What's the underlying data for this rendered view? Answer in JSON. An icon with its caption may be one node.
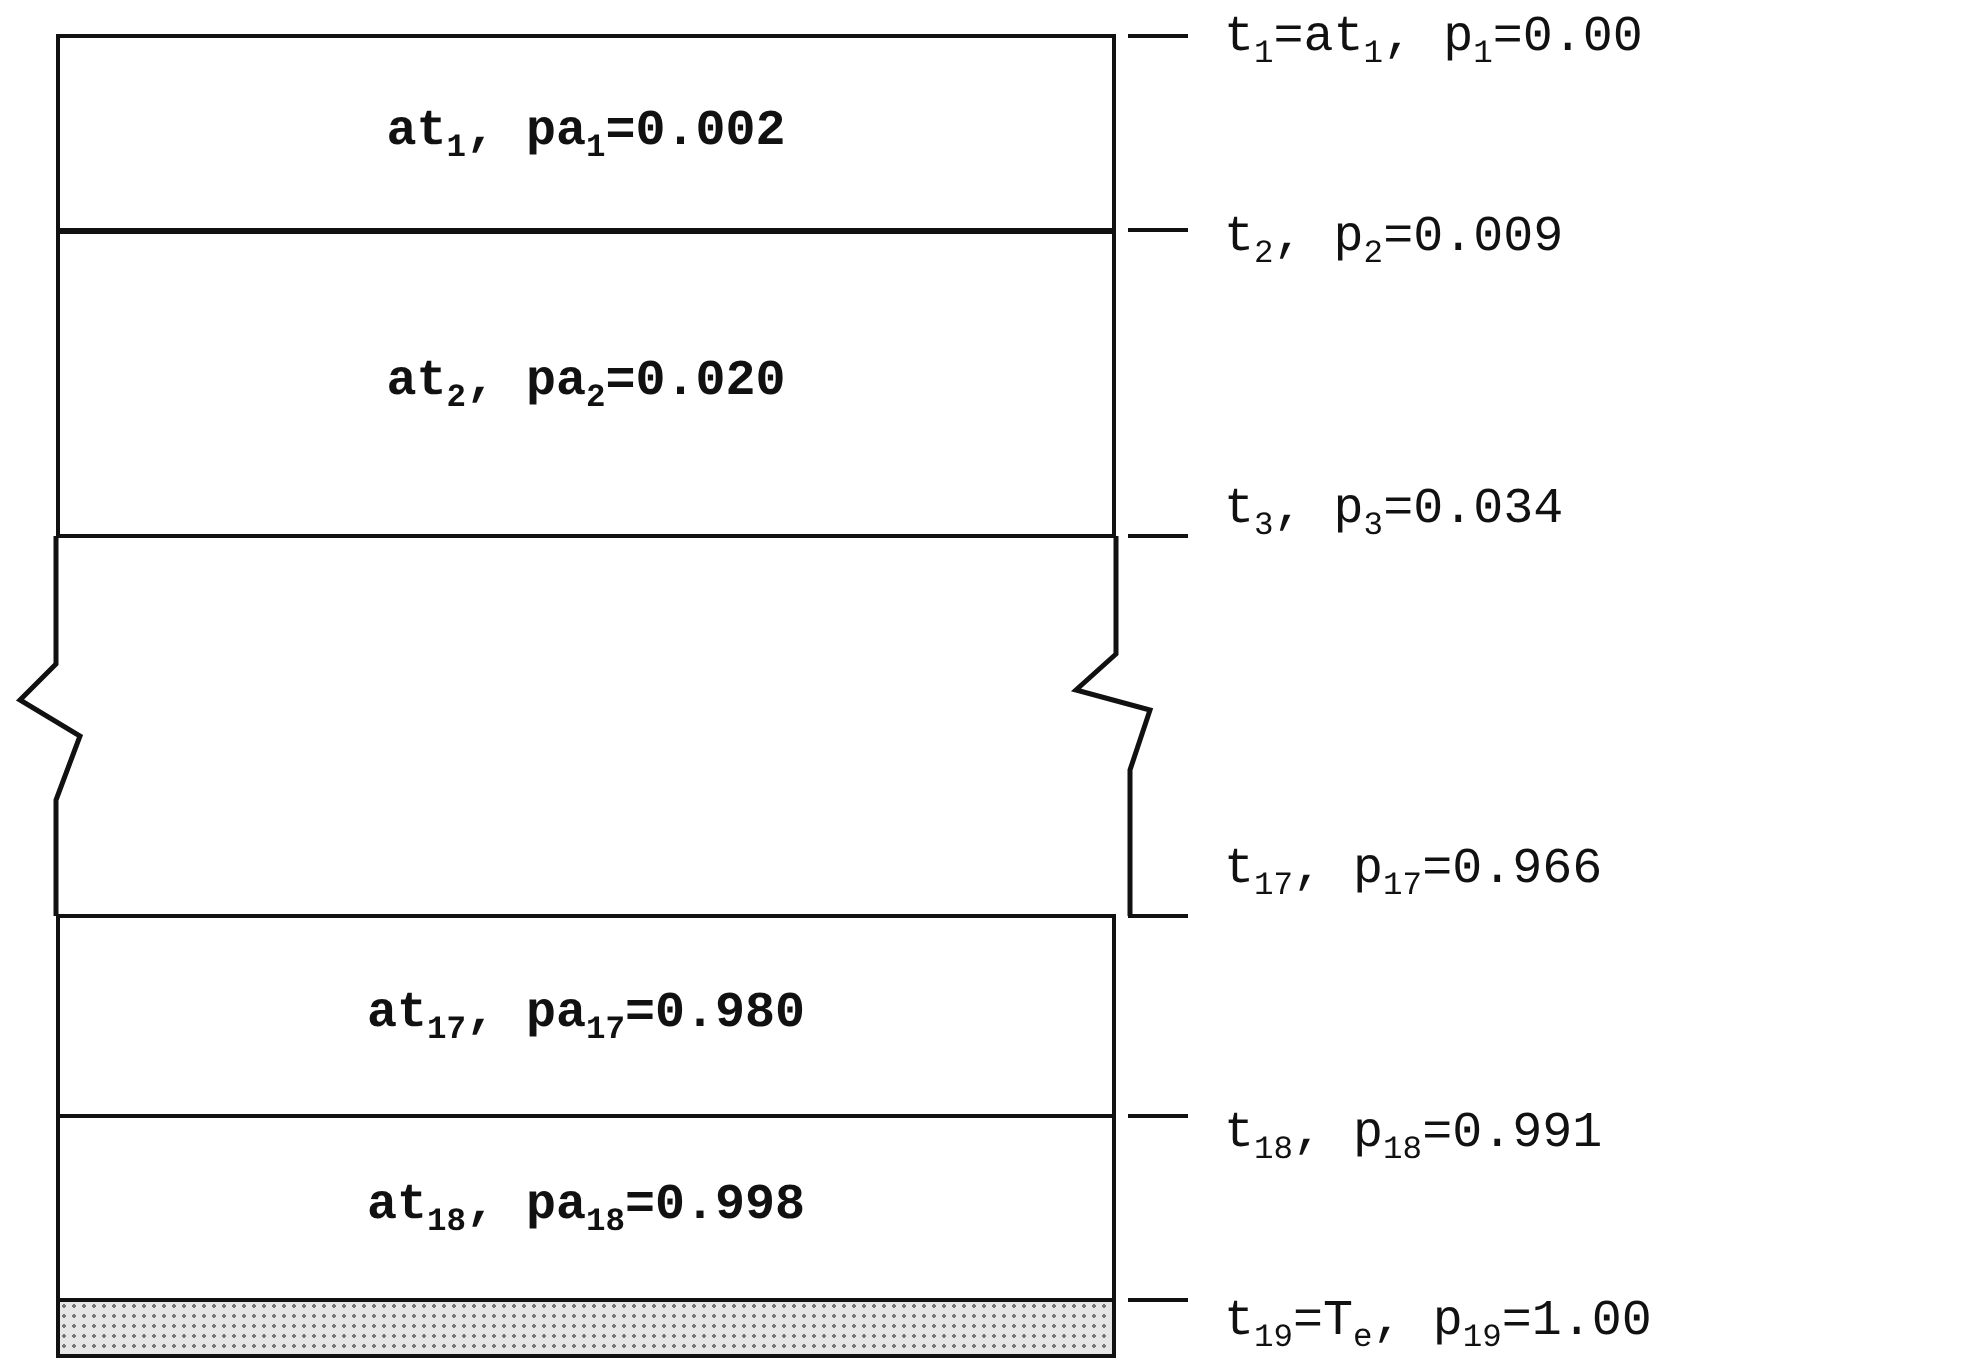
{
  "diagram": {
    "nodes": [
      {
        "text": [
          "at$_{1}$, pa$_{1}$=0.002"
        ]
      },
      {
        "text": [
          "at$_{2}$, pa$_{2}$=0.020"
        ]
      },
      {
        "text": [
          "at$_{17}$, pa$_{17}$=0.980"
        ]
      },
      {
        "text": [
          "at$_{18}$, pa$_{18}$=0.998"
        ]
      },
      {
        "text": [],
        "shape": "bar"
      }
    ],
    "labels": [
      "t$_{1}$=at$_{1}$, p$_{1}$=0.00",
      "t$_{2}$, p$_{2}$=0.009",
      "t$_{3}$, p$_{3}$=0.034",
      "t$_{17}$, p$_{17}$=0.966",
      "t$_{18}$, p$_{18}$=0.991",
      "t$_{19}$=T$_{e}$, p$_{19}$=1.00"
    ]
  }
}
